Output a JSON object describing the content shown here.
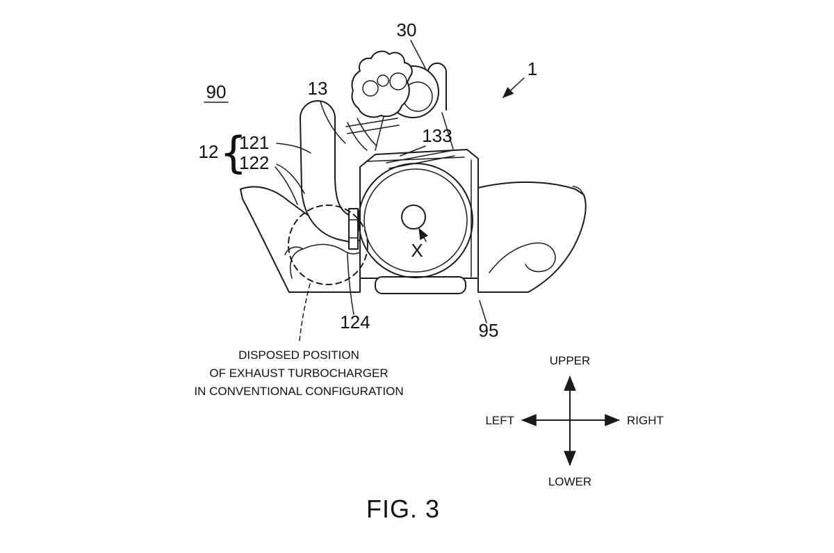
{
  "figure": {
    "caption": "FIG. 3",
    "background": "#ffffff",
    "line_color": "#1a1a1a",
    "labels": {
      "n30": "30",
      "n1": "1",
      "n90": "90",
      "n13": "13",
      "n12": "12",
      "brace": "{",
      "n121": "121",
      "n122": "122",
      "n133": "133",
      "n124": "124",
      "n95": "95",
      "x": "X"
    },
    "annotation": [
      "DISPOSED POSITION",
      "OF EXHAUST TURBOCHARGER",
      "IN CONVENTIONAL CONFIGURATION"
    ],
    "compass": {
      "upper": "UPPER",
      "lower": "LOWER",
      "left": "LEFT",
      "right": "RIGHT"
    }
  }
}
